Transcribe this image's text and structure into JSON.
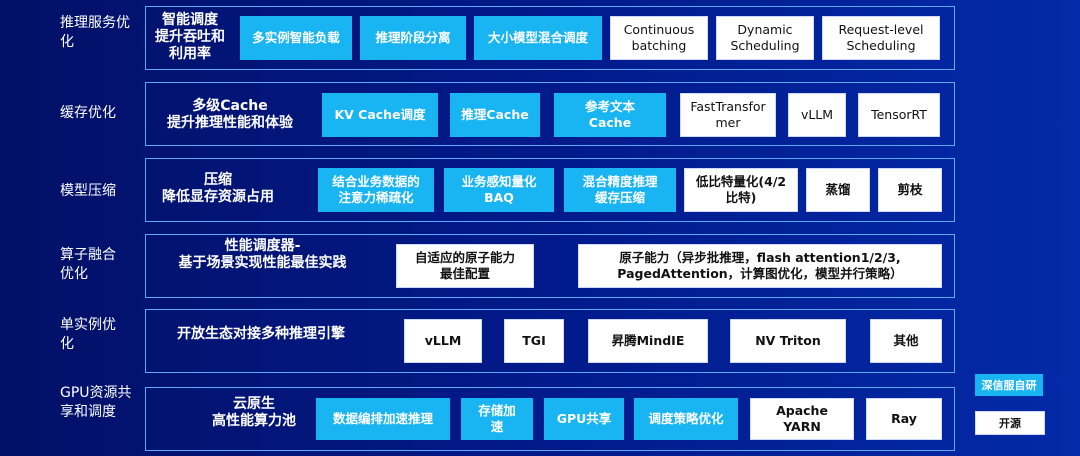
{
  "rows": [
    {
      "label": "推理服务优化",
      "title": "智能调度\n提升吞吐和\n利用率",
      "boxes": [
        "多实例智能负载",
        "推理阶段分离",
        "大小模型混合调度",
        "Continuous\nbatching",
        "Dynamic\nScheduling",
        "Request-level\nScheduling"
      ]
    },
    {
      "label": "缓存优化",
      "title": "多级Cache\n提升推理性能和体验",
      "boxes": [
        "KV Cache调度",
        "推理Cache",
        "参考文本\nCache",
        "FastTransfor\nmer",
        "vLLM",
        "TensorRT"
      ]
    },
    {
      "label": "模型压缩",
      "title": "压缩\n降低显存资源占用",
      "boxes": [
        "结合业务数据的\n注意力稀疏化",
        "业务感知量化\nBAQ",
        "混合精度推理\n缓存压缩",
        "低比特量化(4/2\n比特)",
        "蒸馏",
        "剪枝"
      ]
    },
    {
      "label": "算子融合\n优化",
      "title": "性能调度器-\n基于场景实现性能最佳实践",
      "boxes": [
        "自适应的原子能力\n最佳配置",
        "原子能力（异步批推理，flash attention1/2/3,\nPagedAttention，计算图优化，模型并行策略）"
      ]
    },
    {
      "label": "单实例优\n化",
      "title": "开放生态对接多种推理引擎",
      "boxes": [
        "vLLM",
        "TGI",
        "昇腾MindIE",
        "NV Triton",
        "其他"
      ]
    },
    {
      "label": "GPU资源共\n享和调度",
      "title": "云原生\n高性能算力池",
      "boxes": [
        "数据编排加速推理",
        "存储加\n速",
        "GPU共享",
        "调度策略优化",
        "Apache\nYARN",
        "Ray"
      ]
    }
  ],
  "legend": {
    "proprietary": "深信服自研",
    "open_source": "开源"
  },
  "colors": {
    "background": "#021a8a",
    "frame": "#5da9ff",
    "proprietary": "#19b4f2",
    "open_source": "#ffffff"
  }
}
